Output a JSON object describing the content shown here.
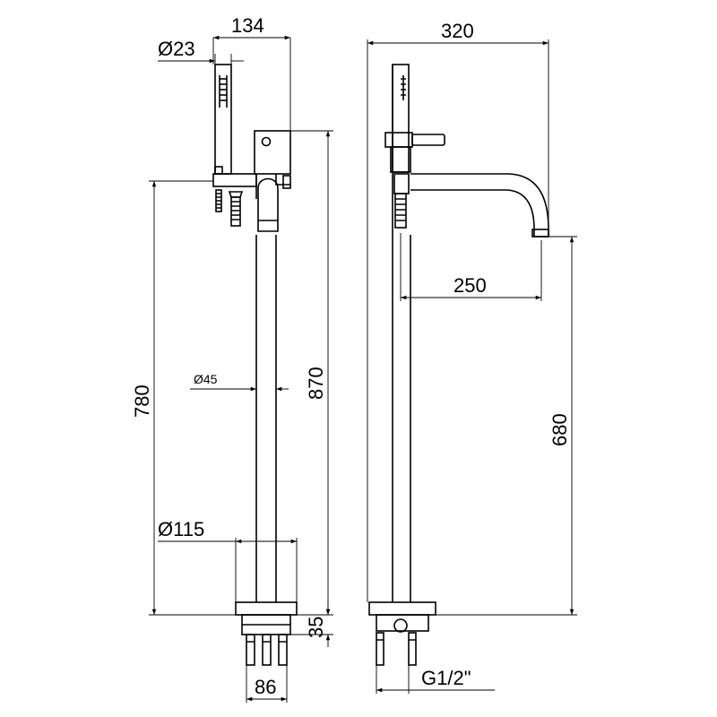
{
  "dimensions": {
    "front_width_134": "134",
    "hand_shower_diameter": "Ø23",
    "side_width_320": "320",
    "spout_reach": "250",
    "handle_height_780": "780",
    "total_height_870": "870",
    "column_diameter": "Ø45",
    "spout_height_680": "680",
    "base_diameter": "Ø115",
    "base_height": "35",
    "pipe_spacing": "86",
    "inlet_thread": "G1/2\""
  }
}
